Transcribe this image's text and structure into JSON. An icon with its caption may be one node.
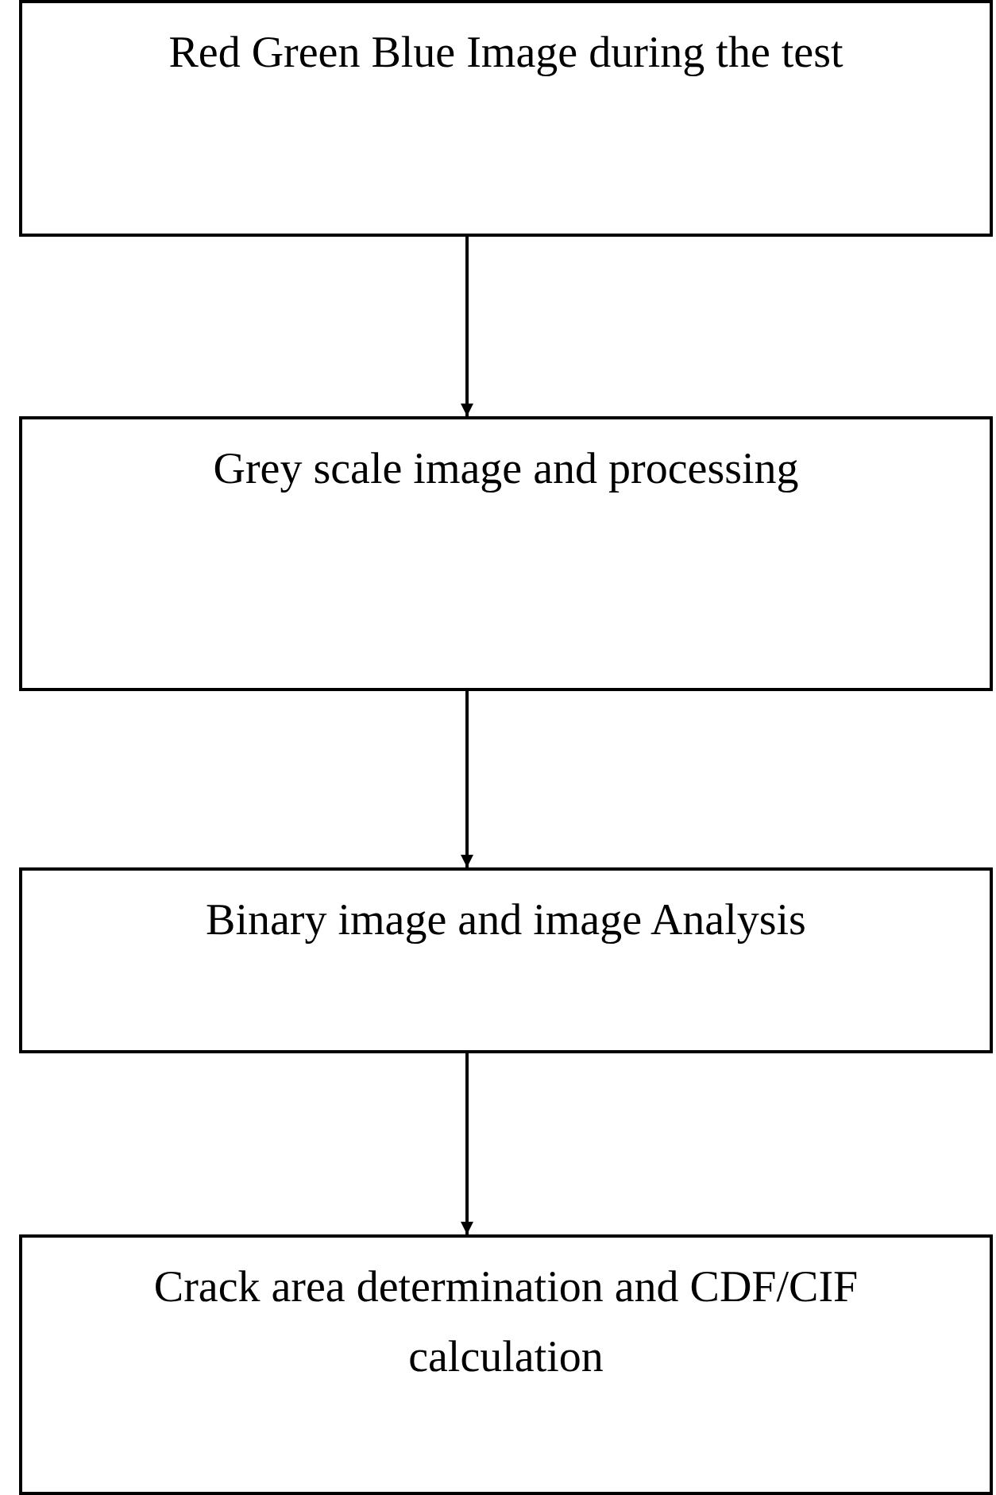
{
  "diagram": {
    "nodes": [
      {
        "text": [
          "Red Green Blue Image during the test"
        ]
      },
      {
        "text": [
          "Grey scale image and processing"
        ]
      },
      {
        "text": [
          "Binary image and image Analysis"
        ]
      },
      {
        "text": [
          "Crack area determination and CDF/CIF calculation"
        ]
      }
    ],
    "edges": [
      {
        "from": 0,
        "to": 1,
        "arrow": "to"
      },
      {
        "from": 1,
        "to": 2,
        "arrow": "to"
      },
      {
        "from": 2,
        "to": 3,
        "arrow": "to"
      }
    ]
  }
}
